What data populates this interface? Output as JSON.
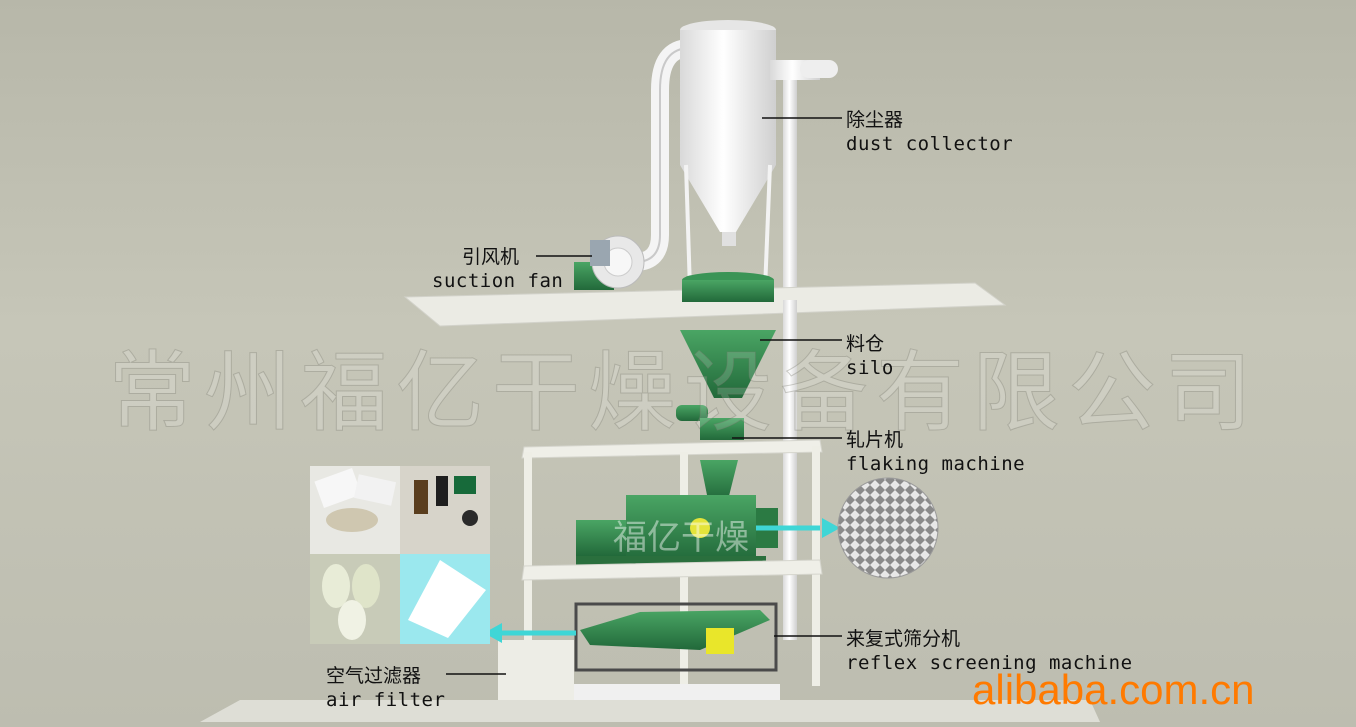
{
  "labels": {
    "dust_collector": {
      "zh": "除尘器",
      "en": "dust collector"
    },
    "suction_fan": {
      "zh": "引风机",
      "en": "suction fan"
    },
    "silo": {
      "zh": "料仓",
      "en": "silo"
    },
    "flaking_machine": {
      "zh": "轧片机",
      "en": "flaking machine"
    },
    "screening_machine": {
      "zh": "来复式筛分机",
      "en": "reflex screening machine"
    },
    "air_filter": {
      "zh": "空气过滤器",
      "en": "air filter"
    }
  },
  "watermarks": {
    "company": "常州福亿干燥设备有限公司",
    "brand": "福亿干燥",
    "site": "alibaba.com.cn"
  },
  "colors": {
    "machine_green": "#2f8a4a",
    "arrow_cyan": "#3fd6d6",
    "platform": "#e9e9e2",
    "steel": "#f2f2f2",
    "site_orange": "#ff7a00"
  }
}
